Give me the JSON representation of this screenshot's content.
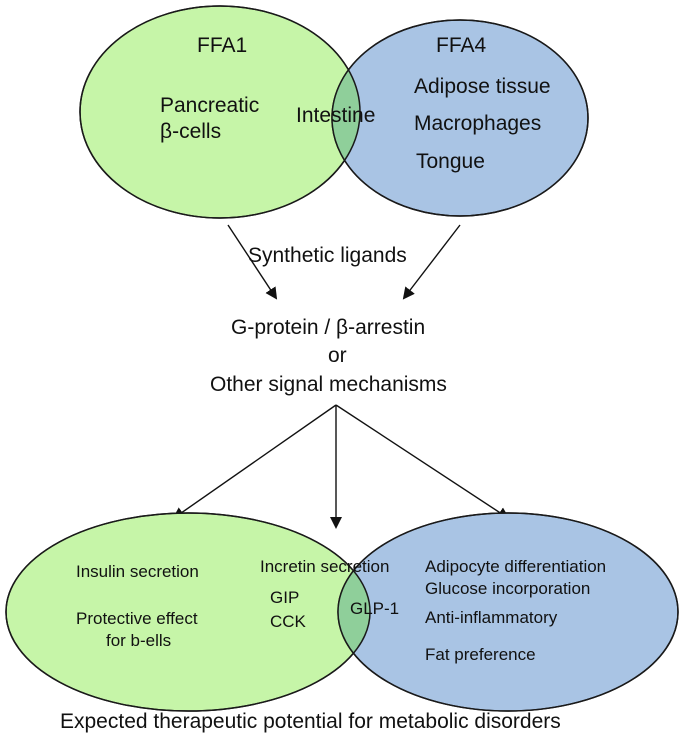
{
  "top_venn": {
    "left_title": "FFA1",
    "right_title": "FFA4",
    "left_only": [
      "Pancreatic",
      "β-cells"
    ],
    "overlap": "Intestine",
    "right_only": [
      "Adipose tissue",
      "Macrophages",
      "Tongue"
    ],
    "colors": {
      "left_fill": "#c6f5a8",
      "right_fill": "#a9c4e4",
      "overlap_fill": "#8fcf9a",
      "stroke": "#1a1a1a"
    }
  },
  "ligands_label": "Synthetic ligands",
  "mechanism": {
    "line1": "G-protein / β-arrestin",
    "line2": "or",
    "line3": "Other signal mechanisms"
  },
  "bottom_venn": {
    "left_items": [
      "Insulin secretion",
      "Protective effect",
      "for b-ells"
    ],
    "overlap_heading": "Incretin secretion",
    "overlap_left": [
      "GIP",
      "CCK"
    ],
    "overlap_right": "GLP-1",
    "right_items": [
      "Adipocyte differentiation",
      "Glucose incorporation",
      "Anti-inflammatory",
      "Fat preference"
    ]
  },
  "caption": "Expected therapeutic potential  for metabolic disorders"
}
